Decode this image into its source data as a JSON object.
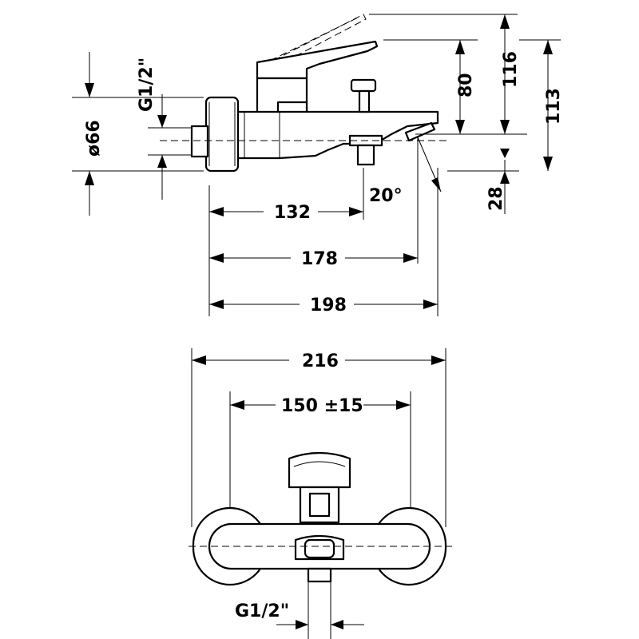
{
  "labels": {
    "thread_top": "G1/2\"",
    "diameter": "ø66",
    "h80": "80",
    "h116": "116",
    "h113": "113",
    "h28": "28",
    "angle": "20°",
    "w132": "132",
    "w178": "178",
    "w198": "198",
    "w216": "216",
    "w150": "150 ±15",
    "thread_bottom": "G1/2\""
  }
}
